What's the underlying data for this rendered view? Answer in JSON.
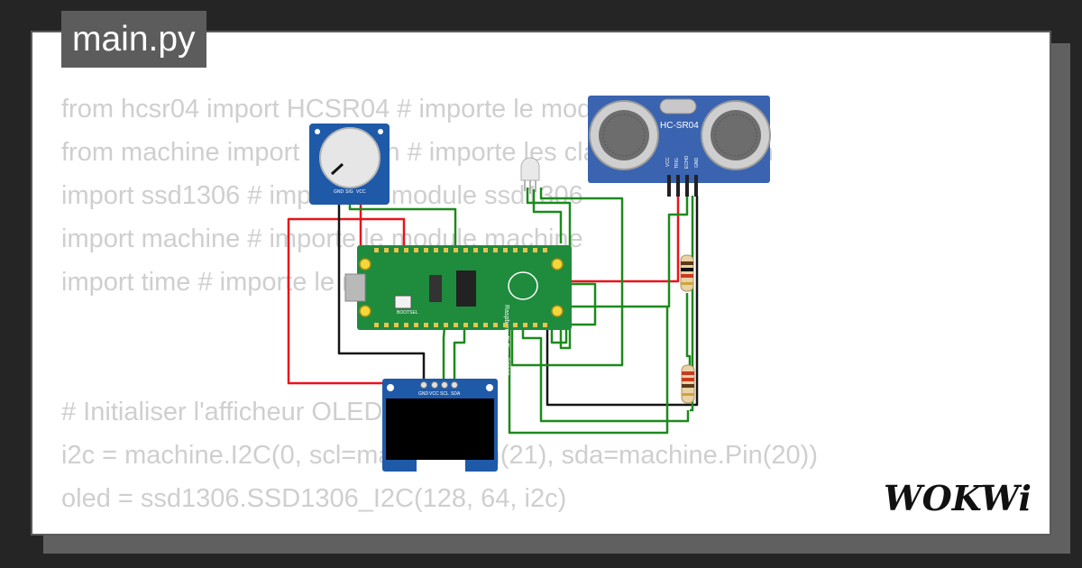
{
  "file_tab": {
    "label": "main.py"
  },
  "code_lines": [
    "from hcsr04 import HCSR04 # importe le module HCSR04",
    "from machine import I2C, Pin # importe les classes I2C et Pin",
    "import ssd1306 # importe le module ssd1306",
    "import machine # importe le module machine",
    "import time # importe le module time",
    "",
    "",
    "# Initialiser l'afficheur OLED",
    "i2c = machine.I2C(0, scl=machine.Pin(21), sda=machine.Pin(20))",
    "oled = ssd1306.SSD1306_I2C(128, 64, i2c)"
  ],
  "components": {
    "ultrasonic": {
      "label": "HC-SR04",
      "pins": [
        "VCC",
        "TRIG",
        "ECHO",
        "GND"
      ]
    },
    "potentiometer": {
      "pins": [
        "GND",
        "SIG",
        "VCC"
      ]
    },
    "oled": {
      "pins": [
        "GND",
        "VCC",
        "SCL",
        "SDA"
      ]
    },
    "pico": {
      "label": "Raspberry Pi Pico ©2020",
      "bootsel_label": "BOOTSEL"
    }
  },
  "brand": {
    "logo_text": "WOKWi"
  },
  "colors": {
    "wire_red": "#e8141b",
    "wire_green": "#1c8a1c",
    "wire_black": "#151515",
    "pico_green": "#1f8b3d",
    "module_blue": "#1e5aa8",
    "sensor_blue": "#3a63b0"
  }
}
